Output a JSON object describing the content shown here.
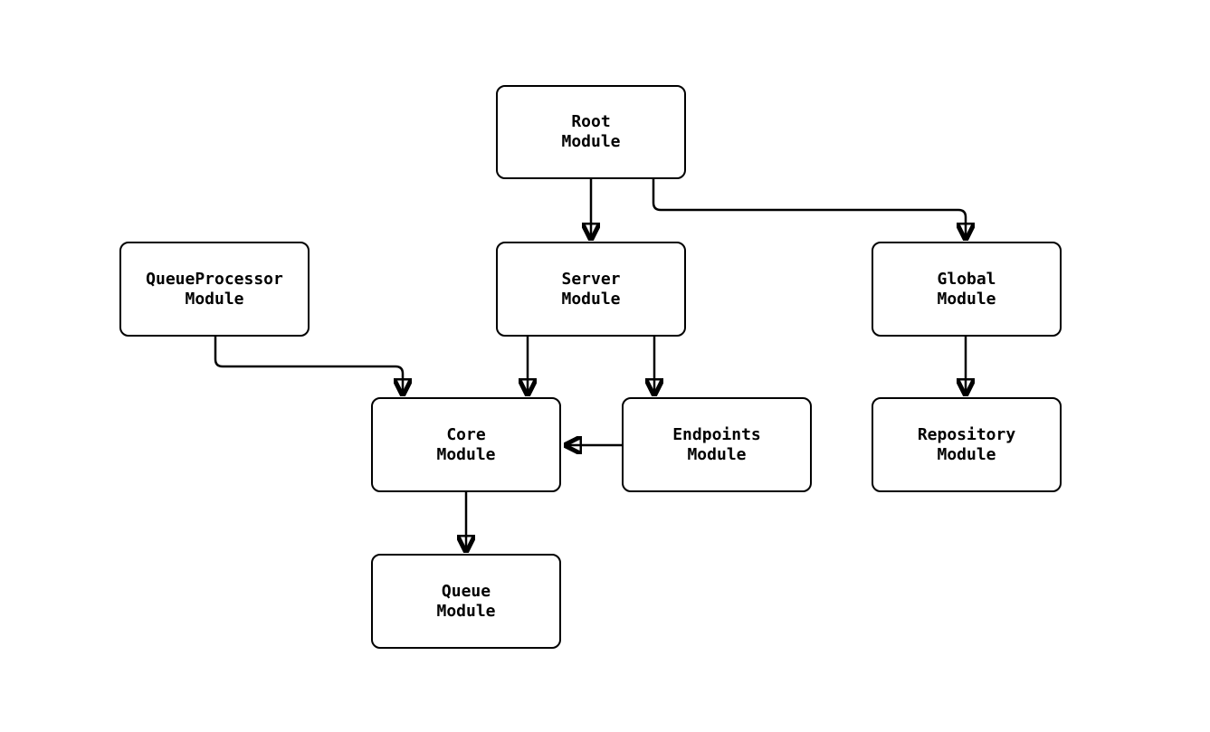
{
  "diagram": {
    "type": "module-dependency-flowchart",
    "background_color": "#ffffff",
    "node_fill_color": "#ffffff",
    "node_border_color": "#000000",
    "edge_color": "#000000",
    "text_color": "#000000",
    "nodes": [
      {
        "id": "root",
        "label": "Root\nModule"
      },
      {
        "id": "queueprocessor",
        "label": "QueueProcessor\nModule"
      },
      {
        "id": "server",
        "label": "Server\nModule"
      },
      {
        "id": "global",
        "label": "Global\nModule"
      },
      {
        "id": "core",
        "label": "Core\nModule"
      },
      {
        "id": "endpoints",
        "label": "Endpoints\nModule"
      },
      {
        "id": "repository",
        "label": "Repository\nModule"
      },
      {
        "id": "queue",
        "label": "Queue\nModule"
      }
    ],
    "edges": [
      {
        "from": "root",
        "to": "server"
      },
      {
        "from": "root",
        "to": "global"
      },
      {
        "from": "queueprocessor",
        "to": "core"
      },
      {
        "from": "server",
        "to": "core"
      },
      {
        "from": "server",
        "to": "endpoints"
      },
      {
        "from": "global",
        "to": "repository"
      },
      {
        "from": "endpoints",
        "to": "core"
      },
      {
        "from": "core",
        "to": "queue"
      }
    ]
  }
}
